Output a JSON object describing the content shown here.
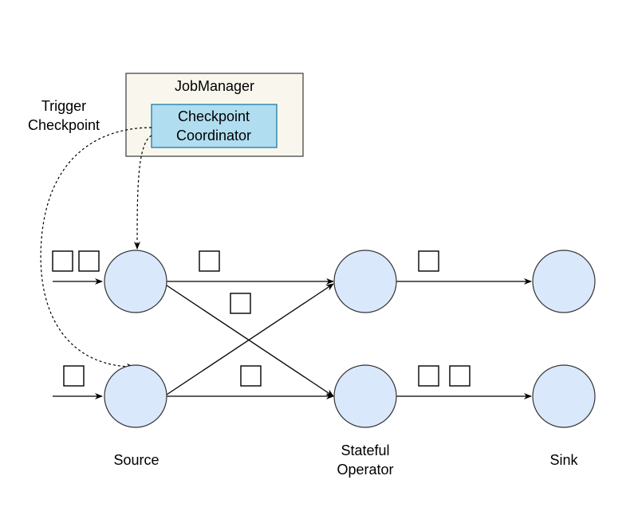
{
  "job_manager": {
    "title": "JobManager",
    "coordinator_line1": "Checkpoint",
    "coordinator_line2": "Coordinator"
  },
  "trigger": {
    "line1": "Trigger",
    "line2": "Checkpoint"
  },
  "labels": {
    "source": "Source",
    "operator_line1": "Stateful",
    "operator_line2": "Operator",
    "sink": "Sink"
  },
  "colors": {
    "node_fill": "#dae8fc",
    "coordinator_fill": "#b1ddf0",
    "jobmanager_fill": "#f9f7ed"
  }
}
